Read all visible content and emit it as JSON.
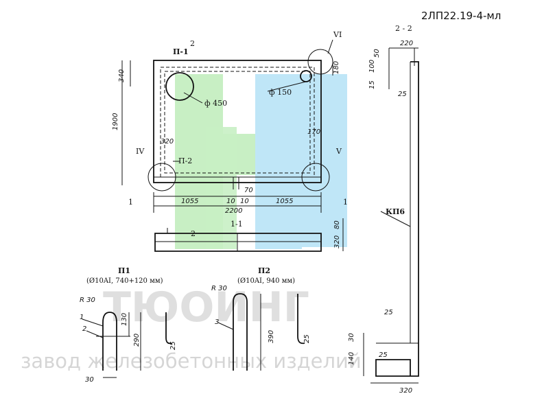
{
  "drawing": {
    "title": "2ЛП22.19-4-мл",
    "section_2_2": "2 - 2",
    "section_1_1": "1-1",
    "cut_marker_1": "1",
    "cut_marker_2": "2",
    "node_iv": "IV",
    "node_v": "V",
    "node_vi": "VI",
    "part_p1": "П-1",
    "part_p2": "П-2",
    "hole_large": "ф 450",
    "hole_small": "ф 150",
    "kp6_label": "КП6",
    "dims": {
      "d340": "340",
      "d1900": "1900",
      "d320": "320",
      "d180": "180",
      "d170": "170",
      "d70": "70",
      "d10a": "10",
      "d10b": "10",
      "d1055a": "1055",
      "d1055b": "1055",
      "d2200": "2200",
      "d80": "80",
      "d320b": "320",
      "d220": "220",
      "d50": "50",
      "d100": "100",
      "d15": "15",
      "d25a": "25",
      "d25b": "25",
      "d30": "30",
      "d25c": "25",
      "d140": "140",
      "d320c": "320"
    },
    "p1": {
      "title": "П1",
      "spec": "(Ø10AI, 740+120 мм)",
      "r": "R 30",
      "mark1": "1",
      "mark2": "2",
      "d130": "130",
      "d290": "290",
      "d30": "30",
      "d25": "25"
    },
    "p2": {
      "title": "П2",
      "spec": "(Ø10AI, 940 мм)",
      "r": "R 30",
      "mark3": "3",
      "d390": "390",
      "d25": "25"
    }
  },
  "watermark": {
    "brand": "ТЮОИНГ",
    "tagline": "завод железобетонных изделий",
    "colors": {
      "green": "#c8efc4",
      "blue": "#bfe6f7"
    }
  }
}
